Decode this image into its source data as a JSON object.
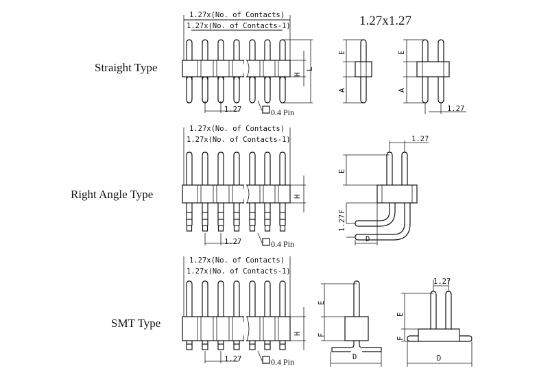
{
  "title": "1.27x1.27",
  "types": [
    {
      "label": "Straight Type"
    },
    {
      "label": "Right Angle Type"
    },
    {
      "label": "SMT Type"
    }
  ],
  "dims": {
    "total": "1.27x(No. of Contacts)",
    "span": "1.27x(No. of Contacts-1)",
    "pitch": "1.27",
    "pin": "0.4 Pin",
    "H": "H",
    "L": "L",
    "E": "E",
    "A": "A",
    "F": "F",
    "D": "D"
  },
  "colors": {
    "line": "#111111",
    "background": "#ffffff"
  }
}
